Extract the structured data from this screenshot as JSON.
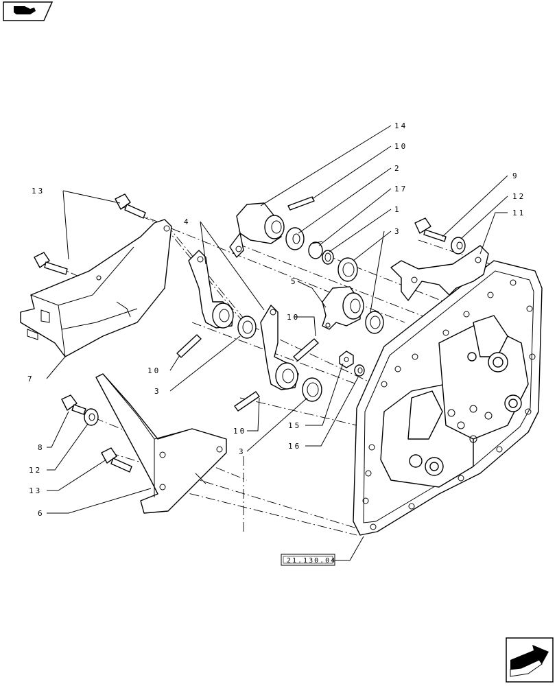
{
  "callouts": {
    "c14": "14",
    "c10a": "10",
    "c2": "2",
    "c17": "17",
    "c1": "1",
    "c3a": "3",
    "c9": "9",
    "c12a": "12",
    "c11": "11",
    "c13a": "13",
    "c4": "4",
    "c5": "5",
    "c10b": "10",
    "c10c": "10",
    "c3b": "3",
    "c7": "7",
    "c10d": "10",
    "c3c": "3",
    "c15": "15",
    "c16": "16",
    "c8": "8",
    "c12b": "12",
    "c13b": "13",
    "c6": "6"
  },
  "reference_box": "21.130.04",
  "icons": {
    "top_left": "folder-book-icon",
    "bottom_right": "next-page-arrow-icon"
  }
}
